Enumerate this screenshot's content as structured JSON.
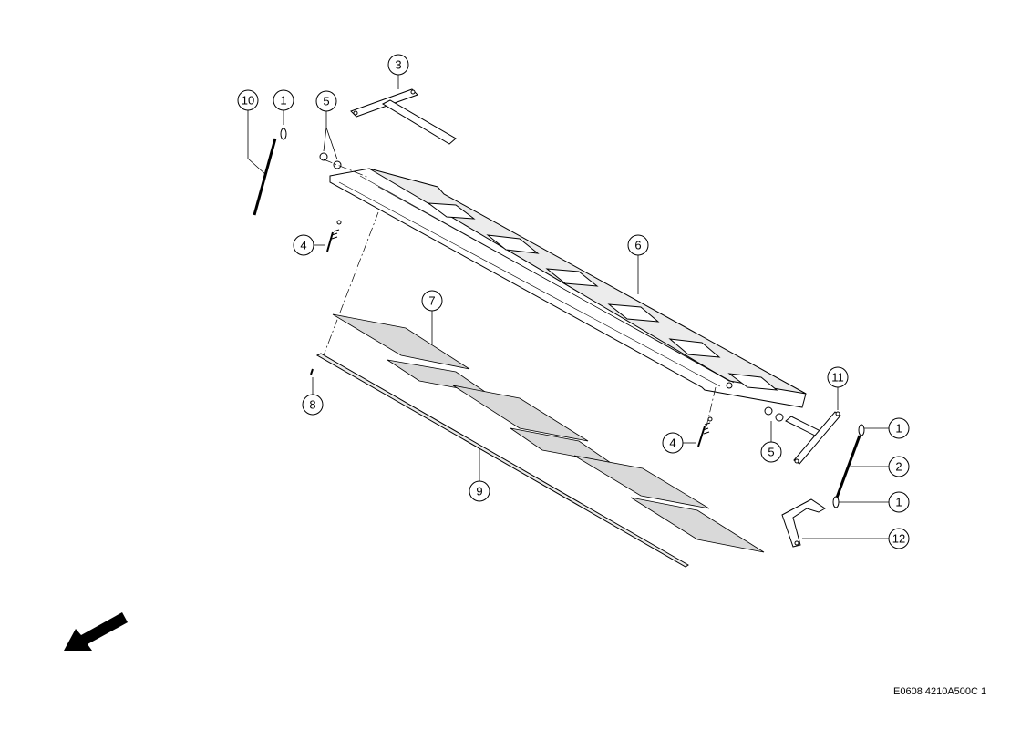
{
  "callouts": {
    "c10": "10",
    "c1a": "1",
    "c5a": "5",
    "c3": "3",
    "c4a": "4",
    "c6": "6",
    "c7": "7",
    "c8": "8",
    "c9": "9",
    "c11": "11",
    "c4b": "4",
    "c5b": "5",
    "c1b": "1",
    "c2": "2",
    "c1c": "1",
    "c12": "12"
  },
  "drawing_code": "E0608 4210A500C 1",
  "colors": {
    "line": "#000000",
    "screen_fill": "#d9d9d9",
    "background": "#ffffff"
  },
  "icons": {
    "direction_arrow": "arrow-down-left-icon"
  }
}
